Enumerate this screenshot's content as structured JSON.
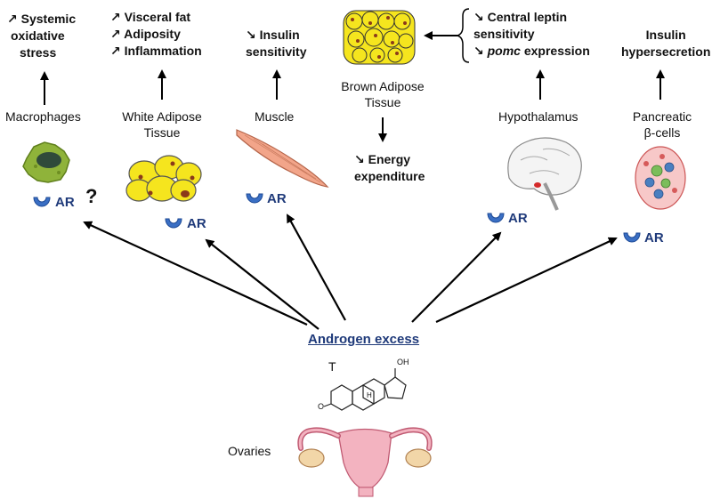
{
  "effects": {
    "macrophages": [
      "↗ Systemic",
      "oxidative",
      "stress"
    ],
    "white_adipose": [
      "↗ Visceral fat",
      "↗ Adiposity",
      "↗ Inflammation"
    ],
    "muscle": [
      "↘ Insulin",
      "sensitivity"
    ],
    "brown_adipose": [
      "↘ Energy",
      "expenditure"
    ],
    "hypothalamus_line1": "↘ Central leptin",
    "hypothalamus_line2": "sensitivity",
    "hypothalamus_line3_prefix": "↘ ",
    "hypothalamus_line3_italic": "pomc",
    "hypothalamus_line3_suffix": " expression",
    "pancreas": [
      "Insulin",
      "hypersecretion"
    ]
  },
  "tissues": {
    "macrophages": "Macrophages",
    "white_adipose": [
      "White Adipose",
      "Tissue"
    ],
    "muscle": "Muscle",
    "brown_adipose": [
      "Brown Adipose",
      "Tissue"
    ],
    "hypothalamus": "Hypothalamus",
    "pancreas": [
      "Pancreatic",
      "β-cells"
    ]
  },
  "receptor_label": "AR",
  "question_mark": "?",
  "center": {
    "title": "Androgen excess",
    "hormone_label": "T",
    "oh_label": "OH",
    "h_label": "H",
    "o_label": "O",
    "ovaries_label": "Ovaries"
  },
  "colors": {
    "receptor_blue": "#3a6fc4",
    "ar_text": "#1f3a7a",
    "title_blue": "#1f3a7a",
    "fat_yellow": "#f5e51e",
    "fat_dot": "#8b3a1a",
    "muscle_pink": "#f2a58a",
    "macrophage_green": "#8fb33a",
    "uterus_pink": "#f3b3c0"
  }
}
